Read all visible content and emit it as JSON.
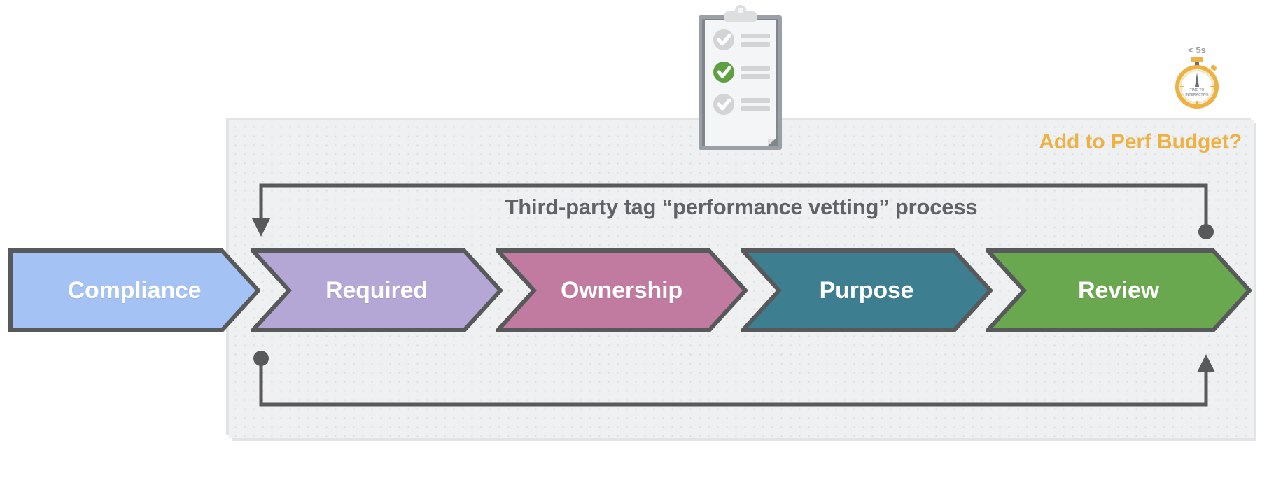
{
  "diagram": {
    "title": "Third-party tag “performance vetting” process",
    "callout_label": "Add to Perf Budget?",
    "callout_color": "#eeb143",
    "panel_bg": "#eff0f1",
    "connector_color": "#58595b",
    "stages": [
      {
        "label": "Compliance",
        "color": "#a4c2f4",
        "shape": "arrow-flat-left"
      },
      {
        "label": "Required",
        "color": "#b4a7d6",
        "shape": "chevron"
      },
      {
        "label": "Ownership",
        "color": "#c27ba0",
        "shape": "chevron"
      },
      {
        "label": "Purpose",
        "color": "#3d7f91",
        "shape": "chevron"
      },
      {
        "label": "Review",
        "color": "#6aa84f",
        "shape": "chevron"
      }
    ],
    "connectors": [
      {
        "name": "top-feedback-loop",
        "from_end": "dot",
        "to_end": "arrow-down"
      },
      {
        "name": "bottom-feedback-loop",
        "from_end": "dot",
        "to_end": "arrow-up"
      }
    ]
  },
  "stopwatch": {
    "badge": "< 5s",
    "face_line1": "TIME-TO",
    "face_line2": "INTERACTIVE",
    "color": "#eeb143",
    "badge_color": "#9aa0a6"
  },
  "clipboard": {
    "name": "checklist-clipboard",
    "checks": [
      {
        "state": "pending",
        "color": "#d2d4d6"
      },
      {
        "state": "complete",
        "color": "#5fa043"
      },
      {
        "state": "pending",
        "color": "#d2d4d6"
      }
    ]
  }
}
